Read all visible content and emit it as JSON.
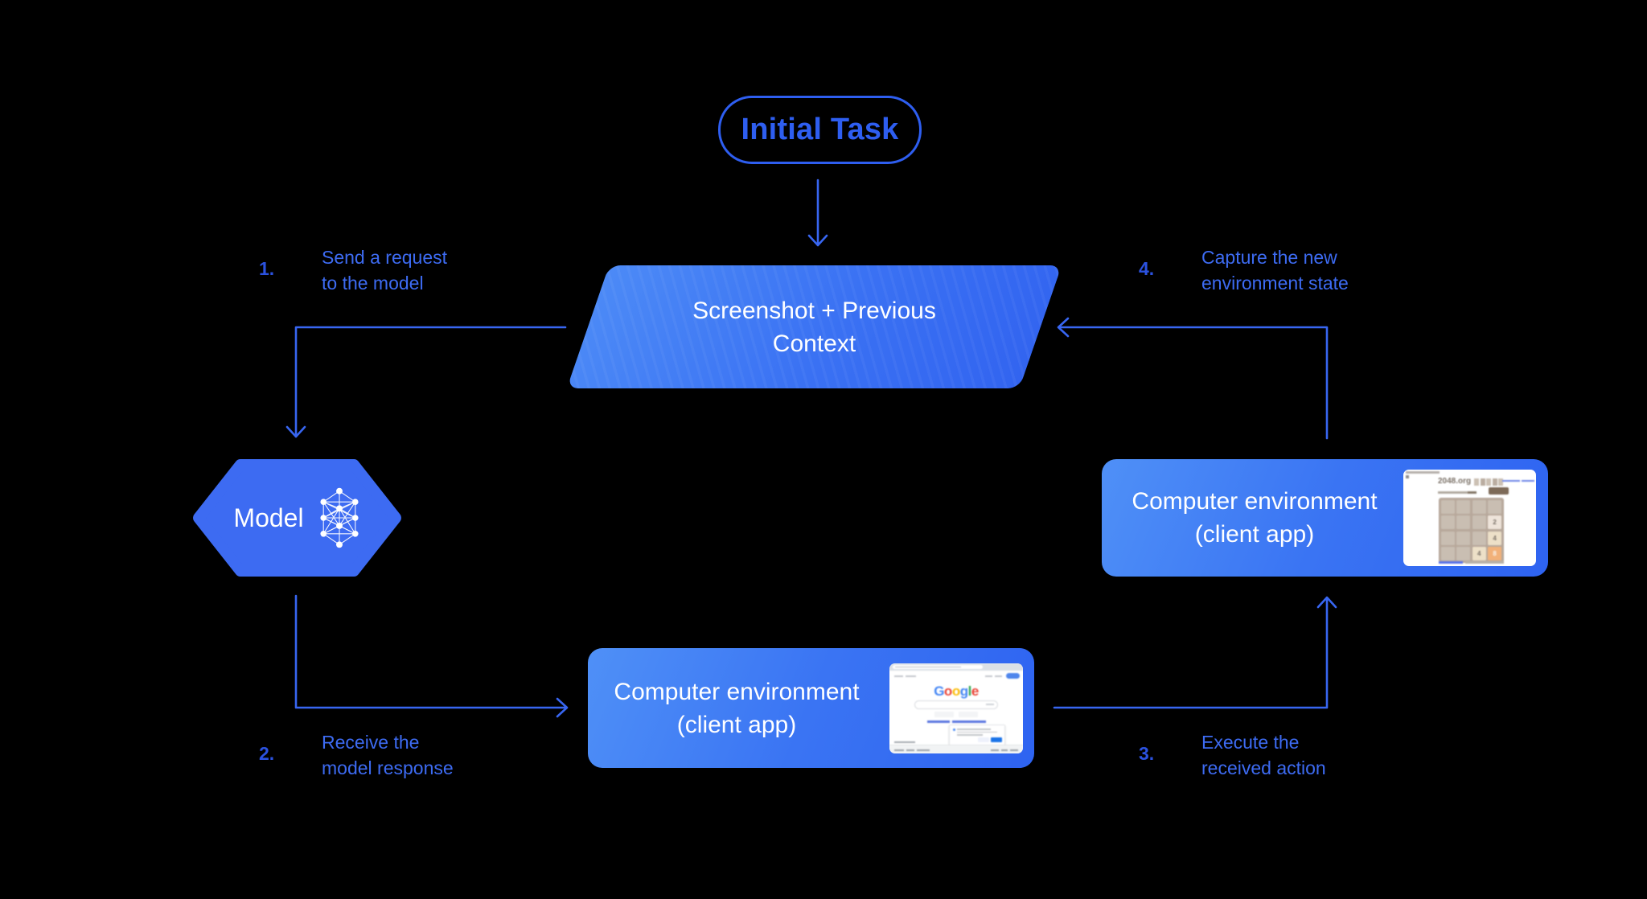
{
  "colors": {
    "background": "#000000",
    "connector_blue": "#3866f1",
    "label_blue": "#3d6bf2",
    "step_number_blue": "#2b52e0",
    "pill_blue": "#2e5ef0",
    "hexagon_fill": "#3d6bf2",
    "box_gradient_start": "#4f90f7",
    "box_gradient_end": "#2e63f1"
  },
  "nodes": {
    "initial_task": {
      "label": "Initial Task"
    },
    "screenshot_context": {
      "line1": "Screenshot + Previous",
      "line2": "Context"
    },
    "model": {
      "label": "Model"
    },
    "env_bottom": {
      "line1": "Computer environment",
      "line2": "(client app)"
    },
    "env_right": {
      "line1": "Computer environment",
      "line2": "(client app)"
    }
  },
  "steps": [
    {
      "num": "1.",
      "line1": "Send a request",
      "line2": "to the model"
    },
    {
      "num": "2.",
      "line1": "Receive the",
      "line2": "model response"
    },
    {
      "num": "3.",
      "line1": "Execute the",
      "line2": "received action"
    },
    {
      "num": "4.",
      "line1": "Capture the new",
      "line2": "environment state"
    }
  ],
  "thumbnails": {
    "google": {
      "logo_letters": [
        [
          "G",
          "#4285F4"
        ],
        [
          "o",
          "#EA4335"
        ],
        [
          "o",
          "#FBBC05"
        ],
        [
          "g",
          "#4285F4"
        ],
        [
          "l",
          "#34A853"
        ],
        [
          "e",
          "#EA4335"
        ]
      ]
    },
    "game2048": {
      "site": "2048.org",
      "tiles": [
        [
          "",
          "",
          "",
          ""
        ],
        [
          "",
          "",
          "",
          "2"
        ],
        [
          "",
          "",
          "",
          "4"
        ],
        [
          "",
          "",
          "4",
          "8"
        ]
      ],
      "tile_styles": {
        "2": [
          "#eee4da",
          "#776e65"
        ],
        "4": [
          "#ede0c8",
          "#776e65"
        ],
        "8": [
          "#f2b179",
          "#f9f6f2"
        ]
      },
      "score_box_colors": [
        "#ccc0b3",
        "#baaca0",
        "#ccc0b3",
        "#baaca0",
        "#ccc0b3"
      ]
    }
  }
}
